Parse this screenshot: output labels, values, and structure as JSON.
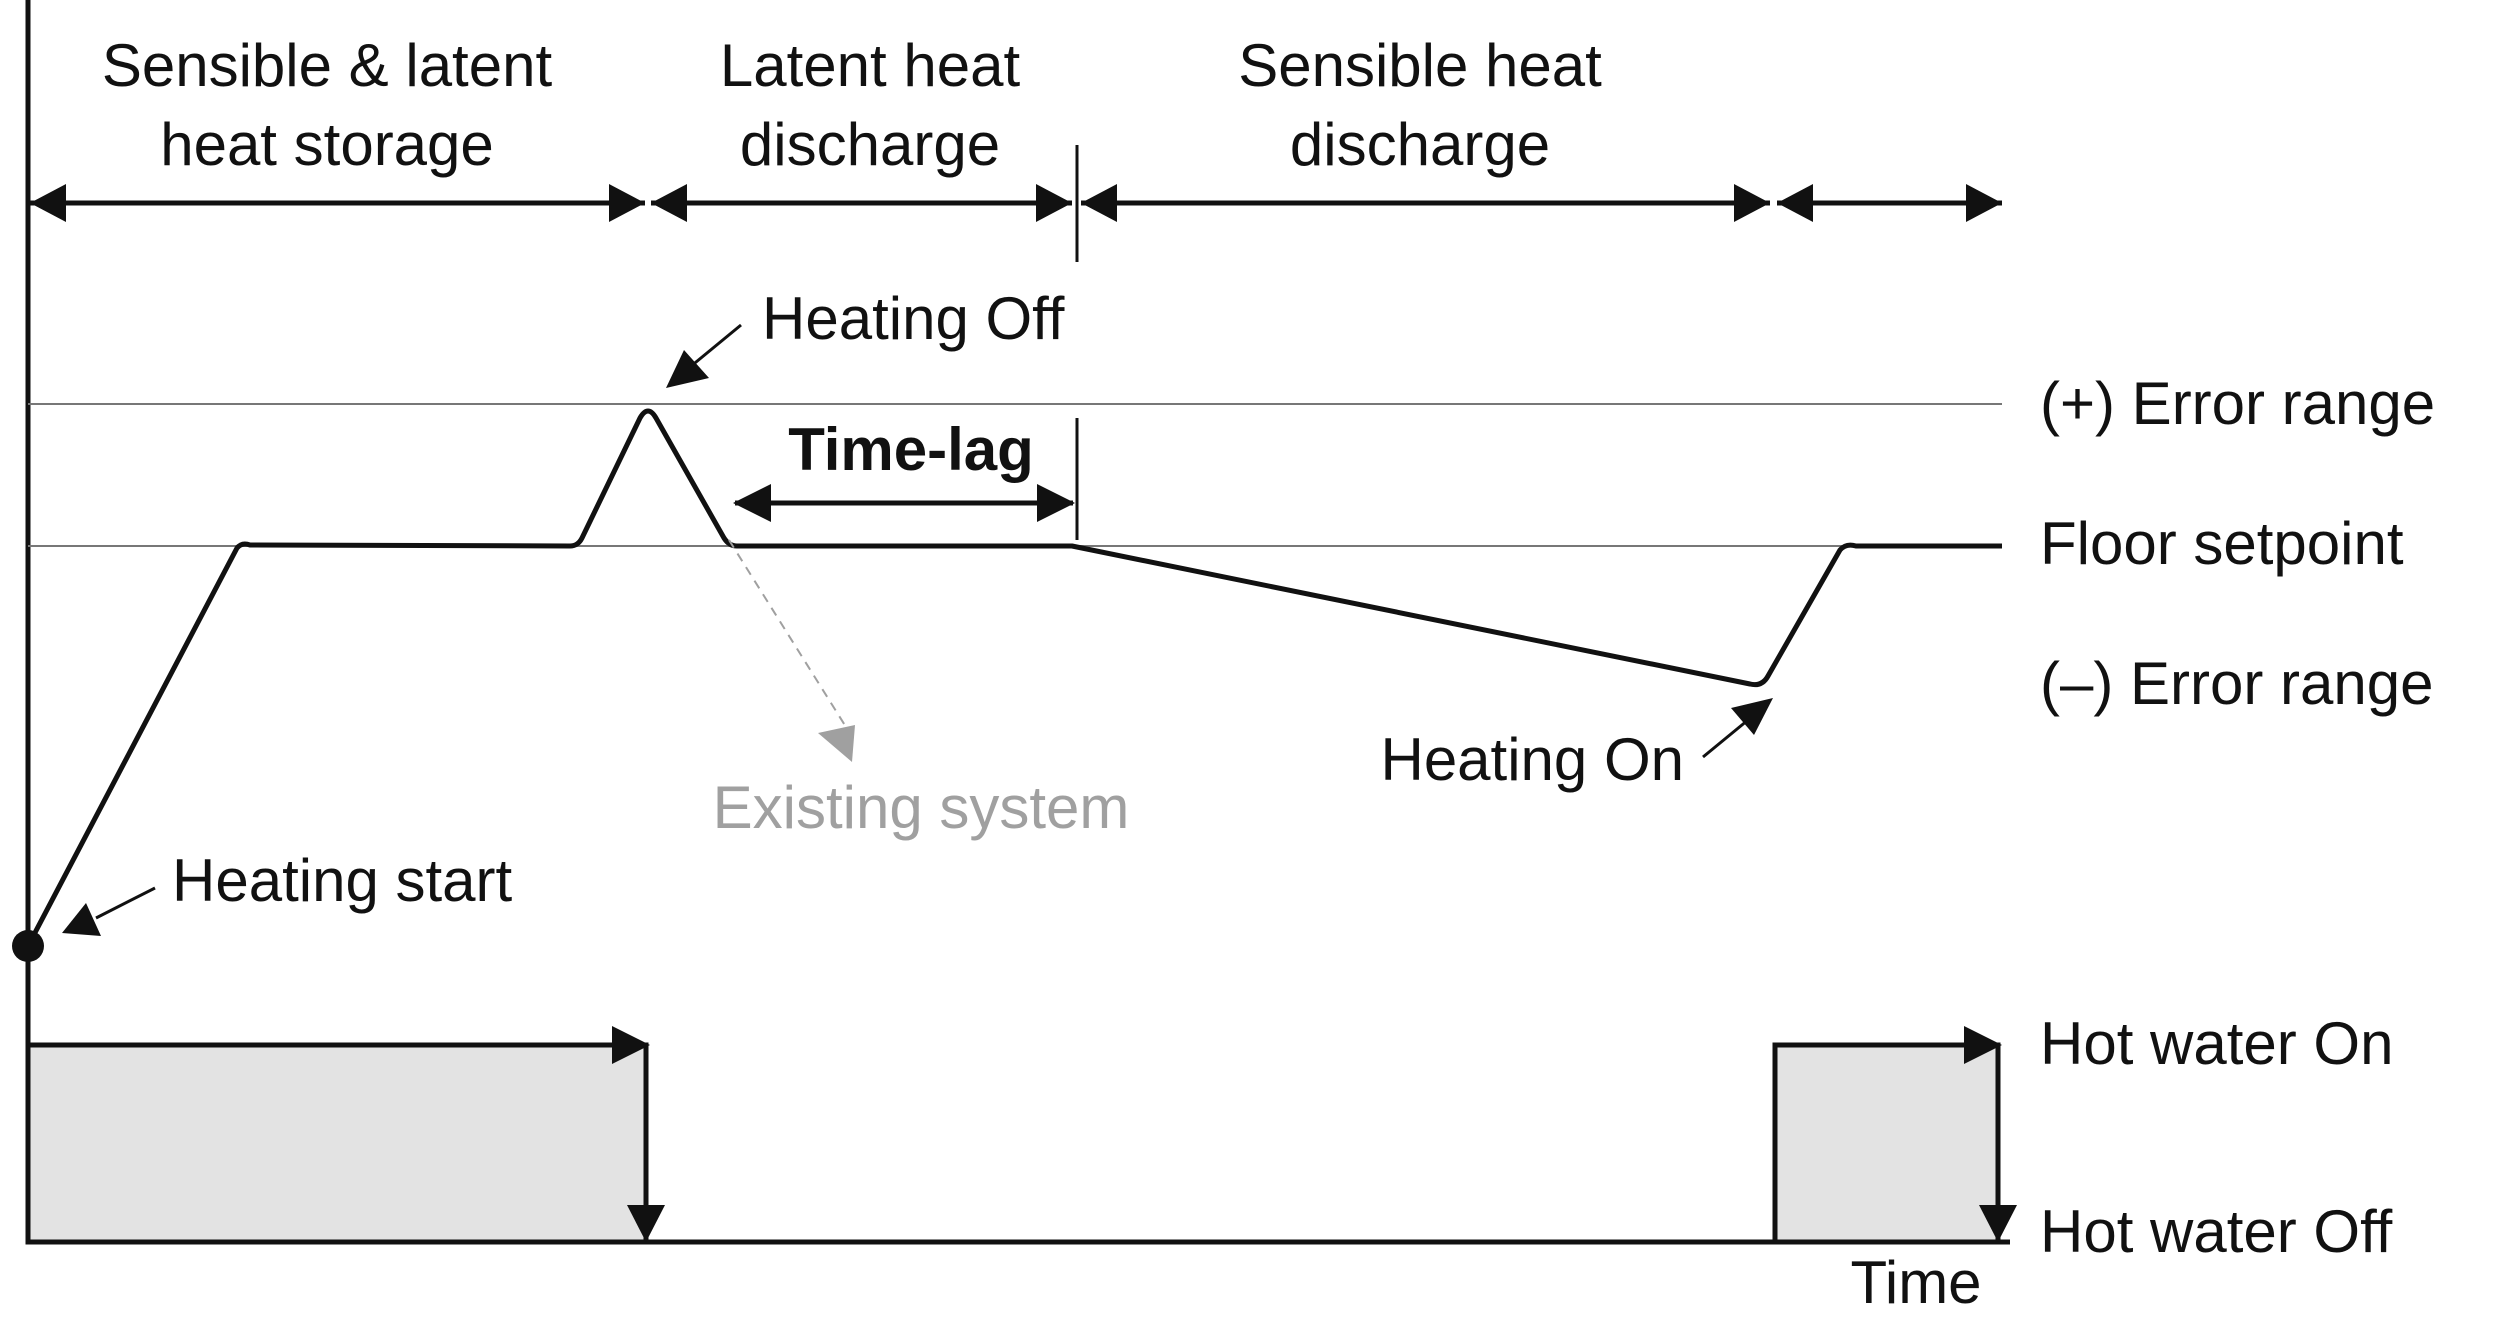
{
  "phases": {
    "storage": [
      "Sensible & latent",
      "heat storage"
    ],
    "latent_discharge": [
      "Latent heat",
      "discharge"
    ],
    "sensible_discharge": [
      "Sensible heat",
      "discharge"
    ]
  },
  "levels": {
    "upper": "(+) Error range",
    "setpoint": "Floor setpoint",
    "lower": "(–) Error range"
  },
  "annotations": {
    "heating_off": "Heating Off",
    "time_lag": "Time-lag",
    "existing_system": "Existing system",
    "heating_on": "Heating On",
    "heating_start": "Heating start"
  },
  "hot_water": {
    "on": "Hot water On",
    "off": "Hot water Off"
  },
  "axis": {
    "x_label": "Time"
  },
  "colors": {
    "line": "#111111",
    "existing_system": "#a0a0a0",
    "hot_water_fill": "#e3e3e3"
  }
}
